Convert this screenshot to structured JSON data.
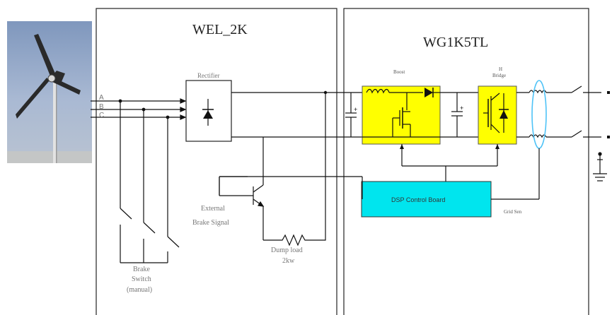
{
  "diagram": {
    "left_box": {
      "title": "WEL_2K",
      "rectifier_label": "Rectifier",
      "phase_labels": [
        "A",
        "B",
        "C"
      ],
      "external_brake_label": [
        "External",
        "Brake Signal"
      ],
      "dump_load_label": [
        "Dump load",
        "2kw"
      ],
      "brake_switch_label": [
        "Brake",
        "Switch",
        "(manual)"
      ]
    },
    "right_box": {
      "title": "WG1K5TL",
      "boost_label": "Boost",
      "hbridge_label": [
        "H",
        "Bridge"
      ],
      "dsp_label": "DSP Control Board",
      "grid_label": "Grid Sen"
    },
    "colors": {
      "line": "#111111",
      "box_border": "#222222",
      "converter_fill": "#ffff00",
      "dsp_fill": "#00e5ee",
      "faint_text": "#777777",
      "ring": "#4fc3f7",
      "sky": "#8ea6c8"
    },
    "icons": [
      "wind-turbine-photo",
      "ground-symbol",
      "resistor",
      "diode",
      "igbt",
      "inductor",
      "capacitor",
      "switch"
    ]
  }
}
